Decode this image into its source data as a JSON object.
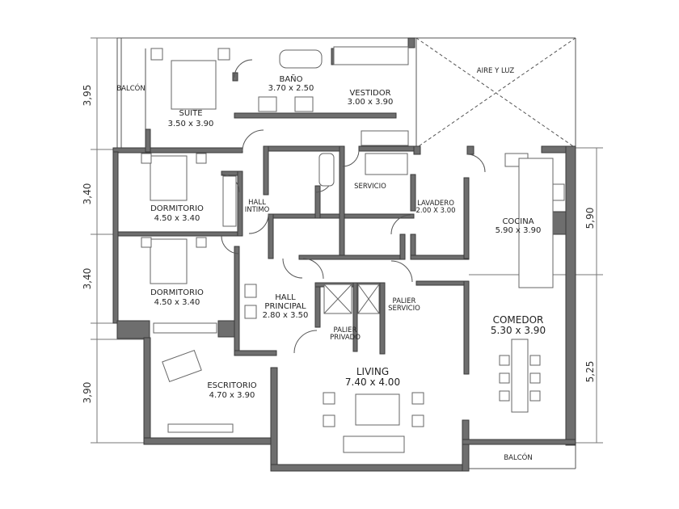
{
  "rooms": {
    "balcon_top": "BALCÓN",
    "suite": {
      "name": "SUITE",
      "size": "3.50 x 3.90"
    },
    "bano": {
      "name": "BAÑO",
      "size": "3.70 x 2.50"
    },
    "vestidor": {
      "name": "VESTIDOR",
      "size": "3.00 x 3.90"
    },
    "aire_luz": "AIRE Y LUZ",
    "dormitorio1": {
      "name": "DORMITORIO",
      "size": "4.50 x 3.40"
    },
    "hall_intimo": {
      "line1": "HALL",
      "line2": "INTIMO"
    },
    "servicio": "SERVICIO",
    "lavadero": {
      "name": "LAVADERO",
      "size": "2.00 X 3.00"
    },
    "cocina": {
      "name": "COCINA",
      "size": "5.90 x 3.90"
    },
    "dormitorio2": {
      "name": "DORMITORIO",
      "size": "4.50 x 3.40"
    },
    "hall_principal": {
      "line1": "HALL",
      "line2": "PRINCIPAL",
      "size": "2.80 x 3.50"
    },
    "palier_servicio": {
      "line1": "PALIER",
      "line2": "SERVICIO"
    },
    "palier_privado": {
      "line1": "PALIER",
      "line2": "PRIVADO"
    },
    "comedor": {
      "name": "COMEDOR",
      "size": "5.30 x 3.90"
    },
    "living": {
      "name": "LIVING",
      "size": "7.40 x 4.00"
    },
    "escritorio": {
      "name": "ESCRITORIO",
      "size": "4.70 x 3.90"
    },
    "balcon_bottom": "BALCÓN"
  },
  "dimensions": {
    "left": [
      "3,95",
      "3,40",
      "3,40",
      "3,90"
    ],
    "right": [
      "5,90",
      "5,25"
    ]
  }
}
